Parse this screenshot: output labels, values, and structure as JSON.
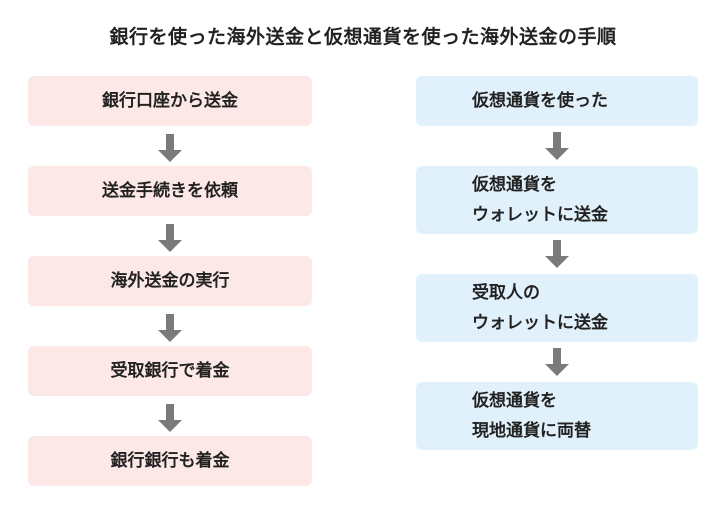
{
  "title": "銀行を使った海外送金と仮想通貨を使った海外送金の手順",
  "left_steps": [
    "銀行口座から送金",
    "送金手続きを依頼",
    "海外送金の実行",
    "受取銀行で着金",
    "銀行銀行も着金"
  ],
  "right_steps": [
    {
      "lines": [
        "仮想通貨を使った"
      ]
    },
    {
      "lines": [
        "仮想通貨を",
        "ウォレットに送金"
      ]
    },
    {
      "lines": [
        "受取人の",
        "ウォレットに送金"
      ]
    },
    {
      "lines": [
        "仮想通貨を",
        "現地通貨に両替"
      ]
    }
  ],
  "colors": {
    "left_box": "#fce8e6",
    "right_box": "#e0f1fb",
    "arrow": "#7a7a7a"
  }
}
